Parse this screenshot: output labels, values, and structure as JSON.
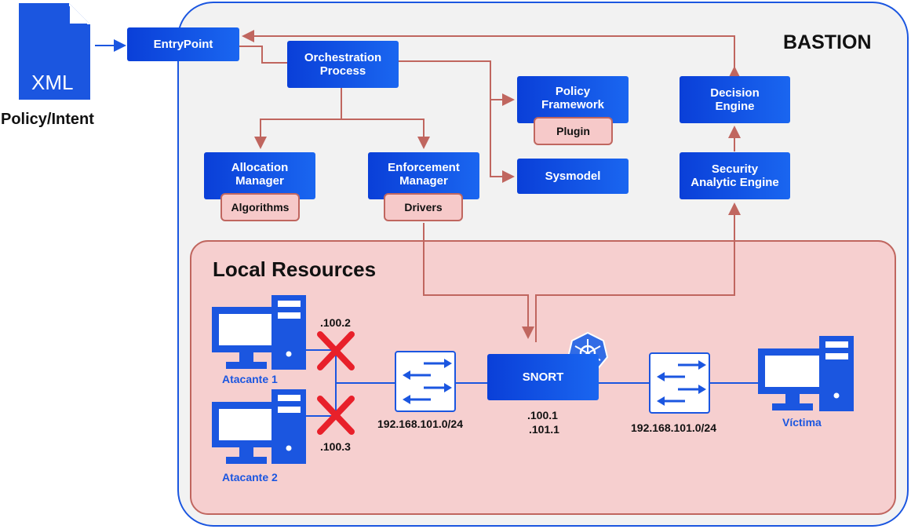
{
  "policy": {
    "file_label": "XML",
    "caption": "Policy/Intent"
  },
  "bastion": {
    "title": "BASTION"
  },
  "components": {
    "entrypoint": "EntryPoint",
    "orchestration": "Orchestration\nProcess",
    "policy_framework": "Policy\nFramework",
    "plugin": "Plugin",
    "sysmodel": "Sysmodel",
    "decision_engine": "Decision\nEngine",
    "security_engine": "Security\nAnalytic Engine",
    "allocation_manager": "Allocation\nManager",
    "algorithms": "Algorithms",
    "enforcement_manager": "Enforcement\nManager",
    "drivers": "Drivers"
  },
  "local": {
    "title": "Local Resources",
    "attacker1": "Atacante 1",
    "attacker2": "Atacante 2",
    "ip_attacker1": ".100.2",
    "ip_attacker2": ".100.3",
    "subnet_left": "192.168.101.0/24",
    "snort": "SNORT",
    "snort_ip1": ".100.1",
    "snort_ip2": ".101.1",
    "subnet_right": "192.168.101.0/24",
    "victim": "Víctima"
  },
  "colors": {
    "component_blue": "#0d47e0",
    "arrow_red": "#c0665f",
    "local_fill": "#f6cfcf",
    "bastion_fill": "#f2f2f2",
    "cross_red": "#e8202a"
  }
}
